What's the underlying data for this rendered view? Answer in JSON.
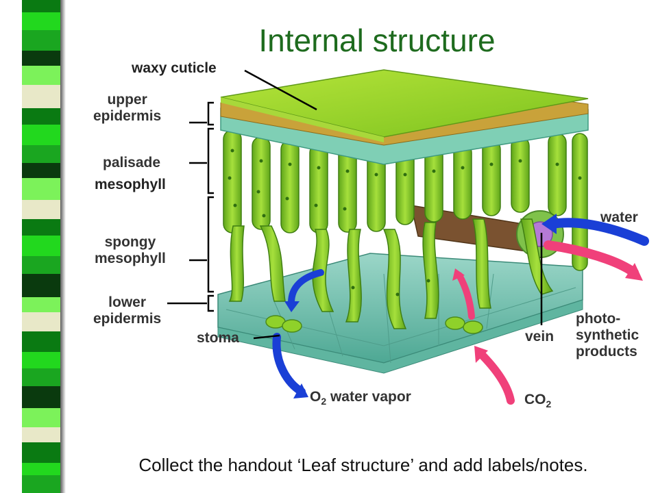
{
  "slide": {
    "title": "Internal structure",
    "caption": "Collect the handout ‘Leaf structure’ and add labels/notes."
  },
  "labels": {
    "waxy_cuticle": "waxy cuticle",
    "upper_epidermis": "upper\nepidermis",
    "palisade": "palisade",
    "mesophyll": "mesophyll",
    "spongy_mesophyll": "spongy\nmesophyll",
    "lower_epidermis": "lower\nepidermis",
    "stoma": "stoma",
    "water": "water",
    "vein": "vein",
    "photosynthetic_products": "photo-\nsynthetic\nproducts",
    "o2_prefix": "O",
    "o2_sub": "2",
    "water_vapor": " water vapor",
    "co2_prefix": "CO",
    "co2_sub": "2"
  },
  "colors": {
    "title": "#1e6b1e",
    "leaf_green": "#8fd12a",
    "cuticle": "#c9a23a",
    "lower_surface": "#7fc6b4",
    "arrow_blue": "#1a3fd6",
    "arrow_pink": "#f0407a",
    "vein_purple": "#b57ad6",
    "stripes": [
      "#22d81e",
      "#0a7a12",
      "#e8e8c8",
      "#7cf25a",
      "#0a3a0e",
      "#1aa620"
    ]
  }
}
